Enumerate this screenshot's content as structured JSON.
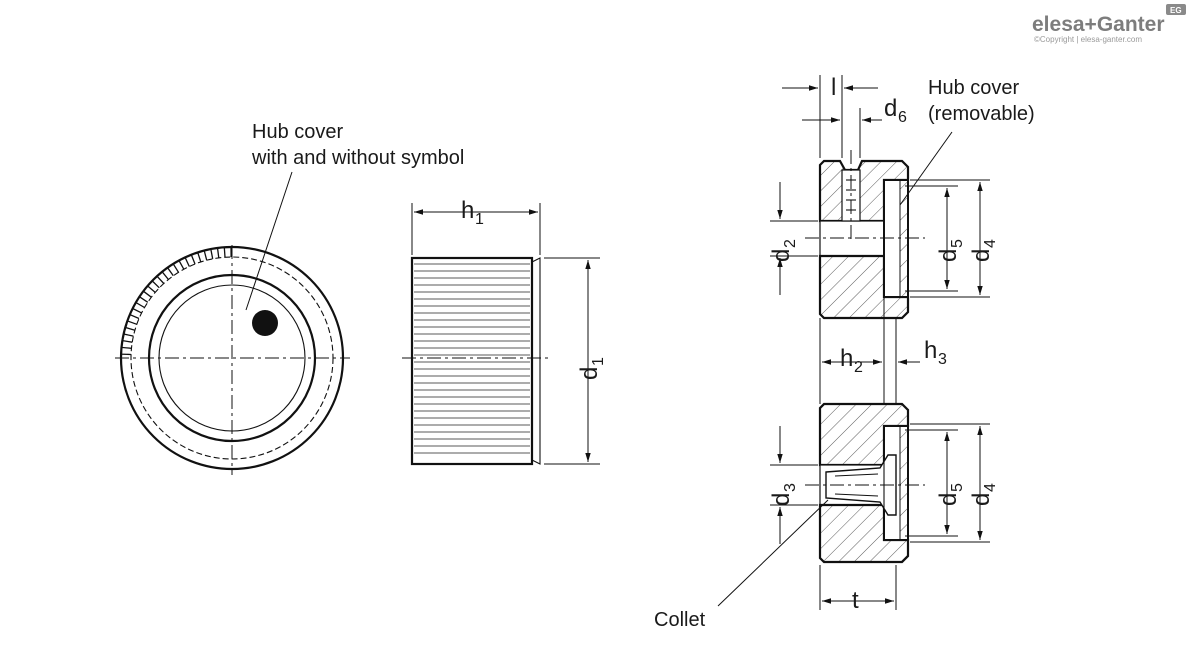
{
  "logo": {
    "brand": "elesa+Ganter",
    "copyright": "©Copyright | elesa-ganter.com",
    "badge": "EG"
  },
  "callouts": {
    "hub_cover_symbol_line1": "Hub cover",
    "hub_cover_symbol_line2": "with and without symbol",
    "hub_cover_removable_line1": "Hub cover",
    "hub_cover_removable_line2": "(removable)",
    "collet": "Collet"
  },
  "dimensions": {
    "h1": {
      "base": "h",
      "sub": "1"
    },
    "d1": {
      "base": "d",
      "sub": "1"
    },
    "l": {
      "base": "l",
      "sub": ""
    },
    "d6": {
      "base": "d",
      "sub": "6"
    },
    "d2": {
      "base": "d",
      "sub": "2"
    },
    "d5_top": {
      "base": "d",
      "sub": "5"
    },
    "d4_top": {
      "base": "d",
      "sub": "4"
    },
    "h2": {
      "base": "h",
      "sub": "2"
    },
    "h3": {
      "base": "h",
      "sub": "3"
    },
    "d3": {
      "base": "d",
      "sub": "3"
    },
    "d5_bottom": {
      "base": "d",
      "sub": "5"
    },
    "d4_bottom": {
      "base": "d",
      "sub": "4"
    },
    "t": {
      "base": "t",
      "sub": ""
    }
  }
}
